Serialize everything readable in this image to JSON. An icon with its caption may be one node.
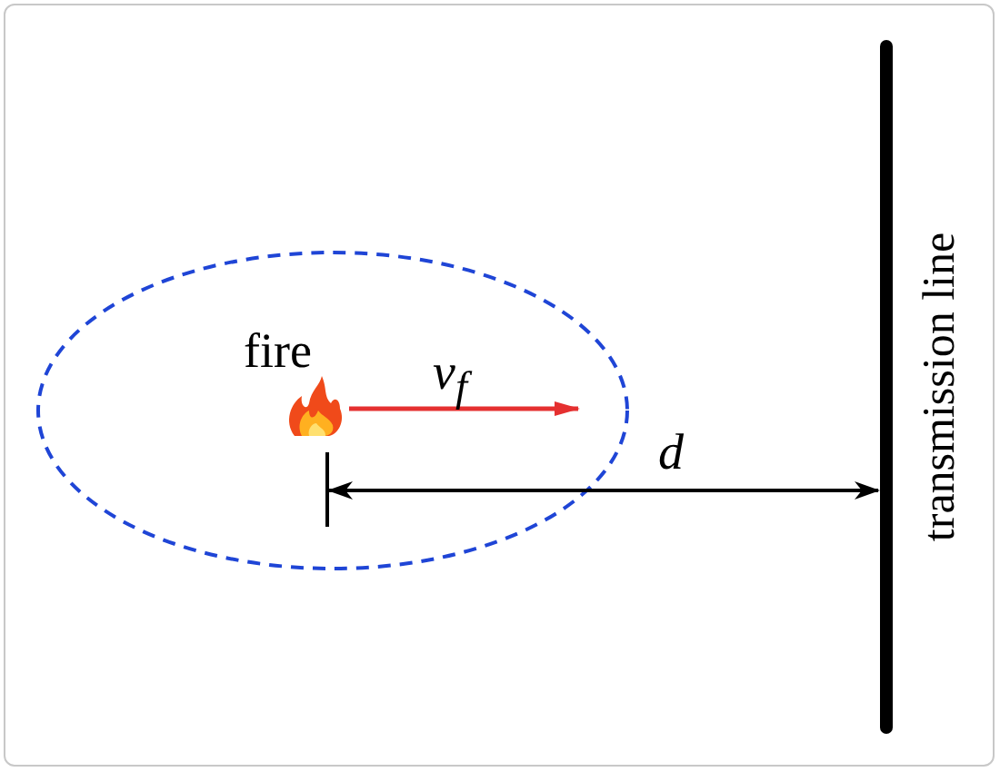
{
  "diagram": {
    "labels": [
      "fire",
      "v$_{f}$",
      "d",
      "transmission line"
    ]
  }
}
